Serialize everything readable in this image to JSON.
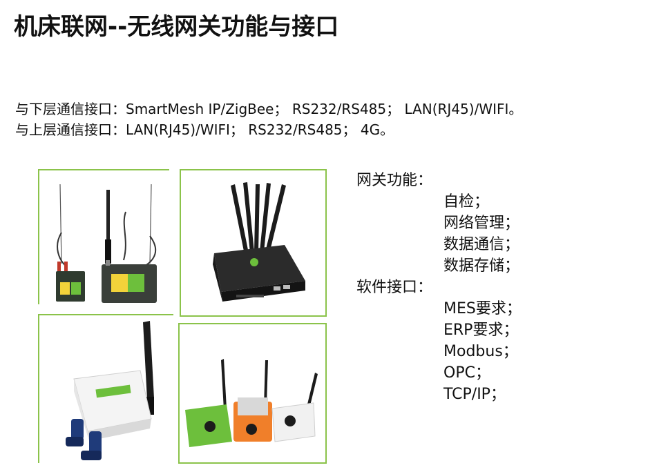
{
  "title": "机床联网--无线网关功能与接口",
  "interfaces": {
    "lower": "与下层通信接口：SmartMesh IP/ZigBee； RS232/RS485； LAN(RJ45)/WIFI。",
    "upper": "与上层通信接口：LAN(RJ45)/WIFI； RS232/RS485； 4G。"
  },
  "gateway_functions": {
    "heading": "网关功能：",
    "items": [
      "自检；",
      "网络管理；",
      "数据通信；",
      "数据存储；"
    ]
  },
  "software_interfaces": {
    "heading": "软件接口：",
    "items": [
      "MES要求；",
      "ERP要求；",
      "Modbus；",
      "OPC；",
      "TCP/IP；"
    ]
  },
  "colors": {
    "frame": "#8bc34a",
    "device_green": "#6dbf3c",
    "device_orange": "#f07f2a",
    "device_dark": "#2a2a2a"
  }
}
